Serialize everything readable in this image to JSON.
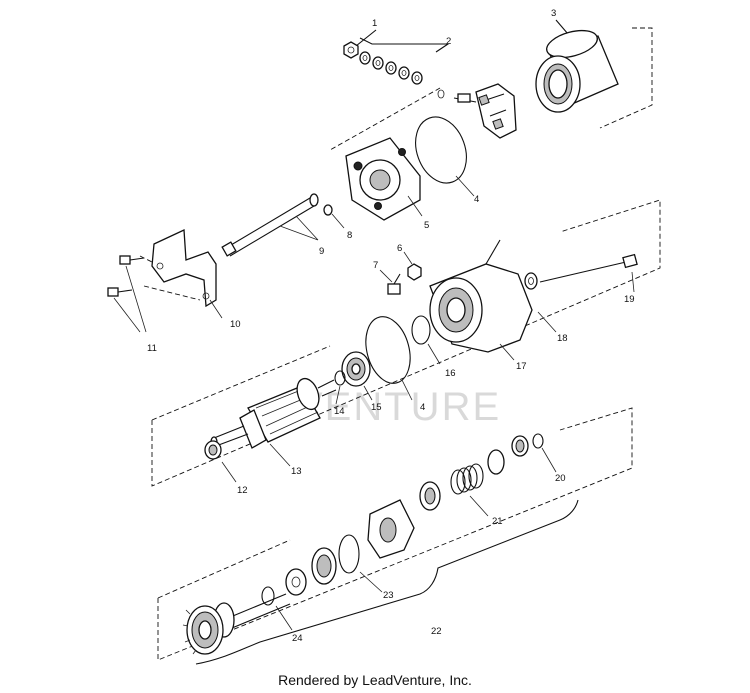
{
  "callouts": [
    {
      "id": "1",
      "text": "1"
    },
    {
      "id": "2",
      "text": "2"
    },
    {
      "id": "3",
      "text": "3"
    },
    {
      "id": "4a",
      "text": "4"
    },
    {
      "id": "5",
      "text": "5"
    },
    {
      "id": "6",
      "text": "6"
    },
    {
      "id": "7",
      "text": "7"
    },
    {
      "id": "8",
      "text": "8"
    },
    {
      "id": "9",
      "text": "9"
    },
    {
      "id": "10",
      "text": "10"
    },
    {
      "id": "11",
      "text": "11"
    },
    {
      "id": "12",
      "text": "12"
    },
    {
      "id": "13",
      "text": "13"
    },
    {
      "id": "14",
      "text": "14"
    },
    {
      "id": "15",
      "text": "15"
    },
    {
      "id": "4b",
      "text": "4"
    },
    {
      "id": "16",
      "text": "16"
    },
    {
      "id": "17",
      "text": "17"
    },
    {
      "id": "18",
      "text": "18"
    },
    {
      "id": "19",
      "text": "19"
    },
    {
      "id": "20",
      "text": "20"
    },
    {
      "id": "21",
      "text": "21"
    },
    {
      "id": "22",
      "text": "22"
    },
    {
      "id": "23",
      "text": "23"
    },
    {
      "id": "24",
      "text": "24"
    }
  ],
  "watermark": "VENTURE",
  "credit": "Rendered by LeadVenture, Inc."
}
